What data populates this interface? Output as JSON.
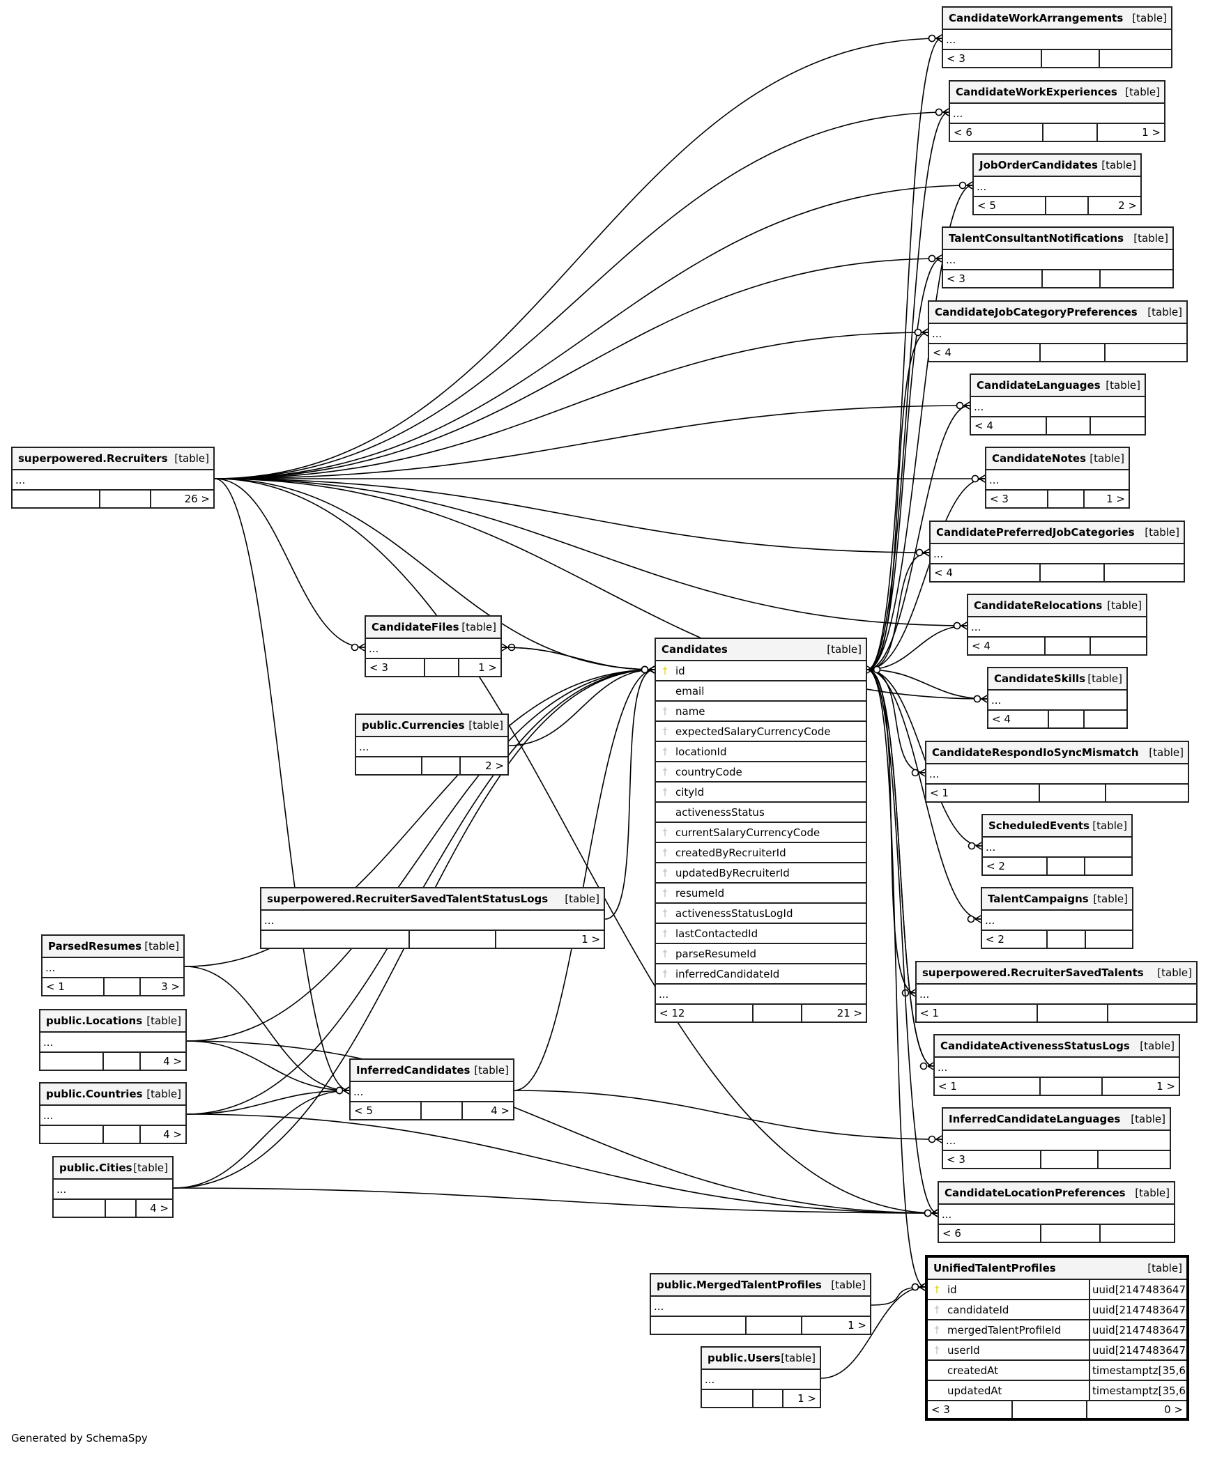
{
  "title": "Candidates relationship diagram",
  "footer": "Generated by SchemaSpy",
  "focus_table": {
    "name": "Candidates",
    "kind": "[table]",
    "columns": [
      {
        "name": "id",
        "key": "primary-key"
      },
      {
        "name": "email",
        "key": "none"
      },
      {
        "name": "name",
        "key": "index"
      },
      {
        "name": "expectedSalaryCurrencyCode",
        "key": "foreign-key"
      },
      {
        "name": "locationId",
        "key": "foreign-key"
      },
      {
        "name": "countryCode",
        "key": "foreign-key"
      },
      {
        "name": "cityId",
        "key": "foreign-key"
      },
      {
        "name": "activenessStatus",
        "key": "none"
      },
      {
        "name": "currentSalaryCurrencyCode",
        "key": "foreign-key"
      },
      {
        "name": "createdByRecruiterId",
        "key": "foreign-key"
      },
      {
        "name": "updatedByRecruiterId",
        "key": "foreign-key"
      },
      {
        "name": "resumeId",
        "key": "foreign-key"
      },
      {
        "name": "activenessStatusLogId",
        "key": "foreign-key"
      },
      {
        "name": "lastContactedId",
        "key": "foreign-key"
      },
      {
        "name": "parseResumeId",
        "key": "foreign-key"
      },
      {
        "name": "inferredCandidateId",
        "key": "foreign-key"
      }
    ],
    "more": "...",
    "parents": "< 12",
    "children": "21 >"
  },
  "unified": {
    "name": "UnifiedTalentProfiles",
    "kind": "[table]",
    "columns": [
      {
        "name": "id",
        "type": "uuid[2147483647]",
        "key": "primary-key"
      },
      {
        "name": "candidateId",
        "type": "uuid[2147483647]",
        "key": "foreign-key"
      },
      {
        "name": "mergedTalentProfileId",
        "type": "uuid[2147483647]",
        "key": "foreign-key"
      },
      {
        "name": "userId",
        "type": "uuid[2147483647]",
        "key": "foreign-key"
      },
      {
        "name": "createdAt",
        "type": "timestamptz[35,6]",
        "key": "none"
      },
      {
        "name": "updatedAt",
        "type": "timestamptz[35,6]",
        "key": "none"
      }
    ],
    "parents": "< 3",
    "children": "0 >"
  },
  "tables": [
    {
      "id": "cwa",
      "name": "CandidateWorkArrangements",
      "kind": "[table]",
      "more": "...",
      "parents": "< 3",
      "children": ""
    },
    {
      "id": "cwe",
      "name": "CandidateWorkExperiences",
      "kind": "[table]",
      "more": "...",
      "parents": "< 6",
      "children": "1 >"
    },
    {
      "id": "joc",
      "name": "JobOrderCandidates",
      "kind": "[table]",
      "more": "...",
      "parents": "< 5",
      "children": "2 >"
    },
    {
      "id": "tcn",
      "name": "TalentConsultantNotifications",
      "kind": "[table]",
      "more": "...",
      "parents": "< 3",
      "children": ""
    },
    {
      "id": "cjcp",
      "name": "CandidateJobCategoryPreferences",
      "kind": "[table]",
      "more": "...",
      "parents": "< 4",
      "children": ""
    },
    {
      "id": "cl",
      "name": "CandidateLanguages",
      "kind": "[table]",
      "more": "...",
      "parents": "< 4",
      "children": ""
    },
    {
      "id": "cn",
      "name": "CandidateNotes",
      "kind": "[table]",
      "more": "...",
      "parents": "< 3",
      "children": "1 >"
    },
    {
      "id": "cpjc",
      "name": "CandidatePreferredJobCategories",
      "kind": "[table]",
      "more": "...",
      "parents": "< 4",
      "children": ""
    },
    {
      "id": "cr",
      "name": "CandidateRelocations",
      "kind": "[table]",
      "more": "...",
      "parents": "< 4",
      "children": ""
    },
    {
      "id": "cs",
      "name": "CandidateSkills",
      "kind": "[table]",
      "more": "...",
      "parents": "< 4",
      "children": ""
    },
    {
      "id": "crism",
      "name": "CandidateRespondIoSyncMismatch",
      "kind": "[table]",
      "more": "...",
      "parents": "< 1",
      "children": ""
    },
    {
      "id": "se",
      "name": "ScheduledEvents",
      "kind": "[table]",
      "more": "...",
      "parents": "< 2",
      "children": ""
    },
    {
      "id": "tc",
      "name": "TalentCampaigns",
      "kind": "[table]",
      "more": "...",
      "parents": "< 2",
      "children": ""
    },
    {
      "id": "rst",
      "name": "superpowered.RecruiterSavedTalents",
      "kind": "[table]",
      "more": "...",
      "parents": "< 1",
      "children": ""
    },
    {
      "id": "casl",
      "name": "CandidateActivenessStatusLogs",
      "kind": "[table]",
      "more": "...",
      "parents": "< 1",
      "children": "1 >"
    },
    {
      "id": "icl",
      "name": "InferredCandidateLanguages",
      "kind": "[table]",
      "more": "...",
      "parents": "< 3",
      "children": ""
    },
    {
      "id": "clp",
      "name": "CandidateLocationPreferences",
      "kind": "[table]",
      "more": "...",
      "parents": "< 6",
      "children": ""
    },
    {
      "id": "rec",
      "name": "superpowered.Recruiters",
      "kind": "[table]",
      "more": "...",
      "parents": "",
      "children": "26 >"
    },
    {
      "id": "cf",
      "name": "CandidateFiles",
      "kind": "[table]",
      "more": "...",
      "parents": "< 3",
      "children": "1 >"
    },
    {
      "id": "cur",
      "name": "public.Currencies",
      "kind": "[table]",
      "more": "...",
      "parents": "",
      "children": "2 >"
    },
    {
      "id": "rstsl",
      "name": "superpowered.RecruiterSavedTalentStatusLogs",
      "kind": "[table]",
      "more": "...",
      "parents": "",
      "children": "1 >"
    },
    {
      "id": "pr",
      "name": "ParsedResumes",
      "kind": "[table]",
      "more": "...",
      "parents": "< 1",
      "children": "3 >"
    },
    {
      "id": "loc",
      "name": "public.Locations",
      "kind": "[table]",
      "more": "...",
      "parents": "",
      "children": "4 >"
    },
    {
      "id": "cty",
      "name": "public.Countries",
      "kind": "[table]",
      "more": "...",
      "parents": "",
      "children": "4 >"
    },
    {
      "id": "cit",
      "name": "public.Cities",
      "kind": "[table]",
      "more": "...",
      "parents": "",
      "children": "4 >"
    },
    {
      "id": "ic",
      "name": "InferredCandidates",
      "kind": "[table]",
      "more": "...",
      "parents": "< 5",
      "children": "4 >"
    },
    {
      "id": "mtp",
      "name": "public.MergedTalentProfiles",
      "kind": "[table]",
      "more": "...",
      "parents": "",
      "children": "1 >"
    },
    {
      "id": "usr",
      "name": "public.Users",
      "kind": "[table]",
      "more": "...",
      "parents": "",
      "children": "1 >"
    }
  ],
  "relationships": [
    {
      "from": "rec",
      "to": "cwa"
    },
    {
      "from": "rec",
      "to": "cwe"
    },
    {
      "from": "rec",
      "to": "joc"
    },
    {
      "from": "rec",
      "to": "tcn"
    },
    {
      "from": "rec",
      "to": "cjcp"
    },
    {
      "from": "rec",
      "to": "cl"
    },
    {
      "from": "rec",
      "to": "cn"
    },
    {
      "from": "rec",
      "to": "cpjc"
    },
    {
      "from": "rec",
      "to": "cr"
    },
    {
      "from": "rec",
      "to": "cs"
    },
    {
      "from": "rec",
      "to": "cf"
    },
    {
      "from": "rec",
      "to": "clp"
    },
    {
      "from": "rec",
      "to": "ic"
    },
    {
      "from": "rec",
      "to": "candidates"
    },
    {
      "from": "candidates",
      "to": "cwa"
    },
    {
      "from": "candidates",
      "to": "cwe"
    },
    {
      "from": "candidates",
      "to": "joc"
    },
    {
      "from": "candidates",
      "to": "tcn"
    },
    {
      "from": "candidates",
      "to": "cjcp"
    },
    {
      "from": "candidates",
      "to": "cl"
    },
    {
      "from": "candidates",
      "to": "cn"
    },
    {
      "from": "candidates",
      "to": "cpjc"
    },
    {
      "from": "candidates",
      "to": "cr"
    },
    {
      "from": "candidates",
      "to": "cs"
    },
    {
      "from": "candidates",
      "to": "crism"
    },
    {
      "from": "candidates",
      "to": "se"
    },
    {
      "from": "candidates",
      "to": "tc"
    },
    {
      "from": "candidates",
      "to": "rst"
    },
    {
      "from": "candidates",
      "to": "casl"
    },
    {
      "from": "candidates",
      "to": "clp"
    },
    {
      "from": "candidates",
      "to": "unified"
    },
    {
      "from": "candidates",
      "to": "cf"
    },
    {
      "from": "cur",
      "to": "candidates"
    },
    {
      "from": "loc",
      "to": "candidates"
    },
    {
      "from": "cty",
      "to": "candidates"
    },
    {
      "from": "cit",
      "to": "candidates"
    },
    {
      "from": "pr",
      "to": "candidates"
    },
    {
      "from": "ic",
      "to": "candidates"
    },
    {
      "from": "rstsl",
      "to": "candidates"
    },
    {
      "from": "casl",
      "to": "candidates"
    },
    {
      "from": "cf",
      "to": "candidates"
    },
    {
      "from": "loc",
      "to": "ic"
    },
    {
      "from": "cty",
      "to": "ic"
    },
    {
      "from": "cit",
      "to": "ic"
    },
    {
      "from": "pr",
      "to": "ic"
    },
    {
      "from": "loc",
      "to": "clp"
    },
    {
      "from": "cty",
      "to": "clp"
    },
    {
      "from": "cit",
      "to": "clp"
    },
    {
      "from": "ic",
      "to": "icl"
    },
    {
      "from": "mtp",
      "to": "unified"
    },
    {
      "from": "usr",
      "to": "unified"
    }
  ]
}
